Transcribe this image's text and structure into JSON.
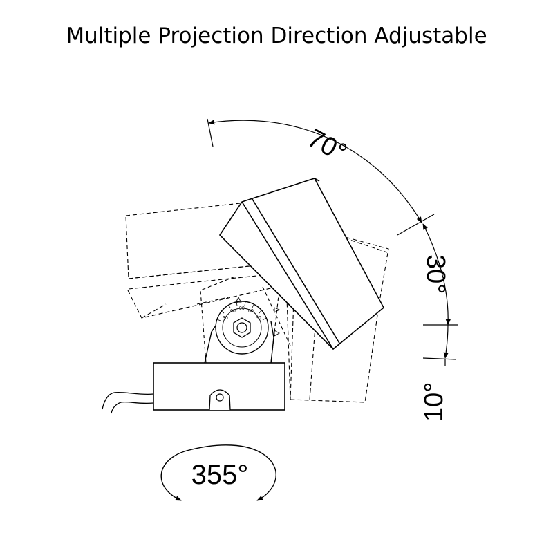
{
  "title": "Multiple Projection Direction Adjustable",
  "angles": {
    "tilt_up": "70°",
    "tilt_mid": "30°",
    "tilt_down": "10°",
    "rotation": "355°"
  },
  "dial_ticks": [
    "30",
    "60",
    "90",
    "60",
    "30"
  ],
  "colors": {
    "line": "#000000",
    "background": "#ffffff"
  }
}
